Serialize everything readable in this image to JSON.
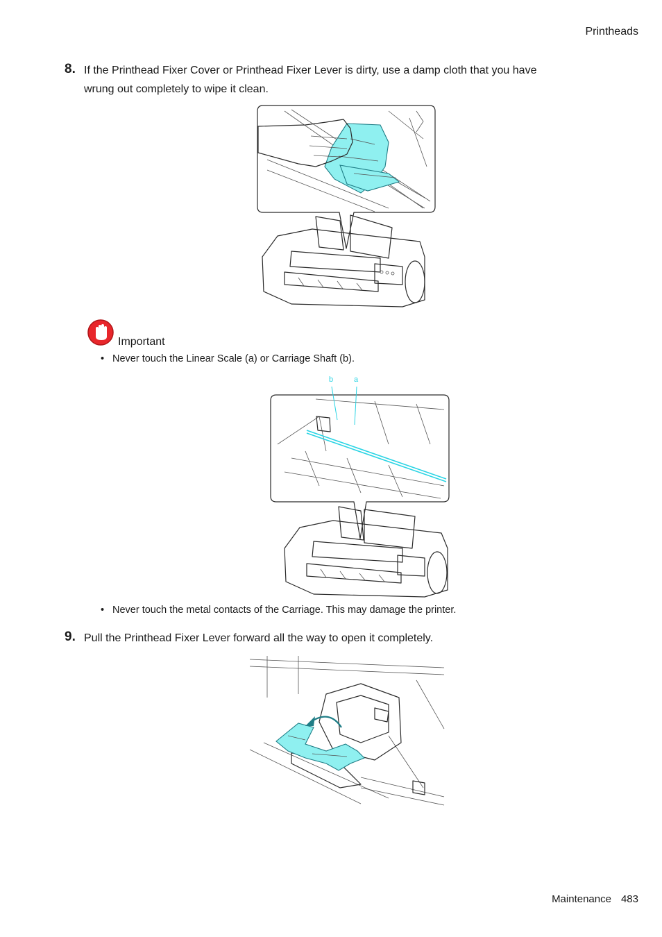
{
  "header": {
    "section": "Printheads"
  },
  "steps": [
    {
      "number": "8.",
      "text_line1": "If the Printhead Fixer Cover or Printhead Fixer Lever is dirty, use a damp cloth that you have",
      "text_line2": "wrung out completely to wipe it clean."
    },
    {
      "number": "9.",
      "text_line1": "Pull the Printhead Fixer Lever forward all the way to open it completely."
    }
  ],
  "important": {
    "icon": "stop-hand-icon",
    "title": "Important",
    "bullets": [
      "Never touch the Linear Scale (a) or Carriage Shaft (b).",
      "Never touch the metal contacts of the Carriage.  This may damage the printer."
    ],
    "callout_labels": {
      "b": "b",
      "a": "a"
    }
  },
  "footer": {
    "chapter": "Maintenance",
    "page": "483"
  },
  "colors": {
    "highlight": "#8ff0f0",
    "callout": "#2ad4e4",
    "stop_icon": "#e8262b"
  }
}
